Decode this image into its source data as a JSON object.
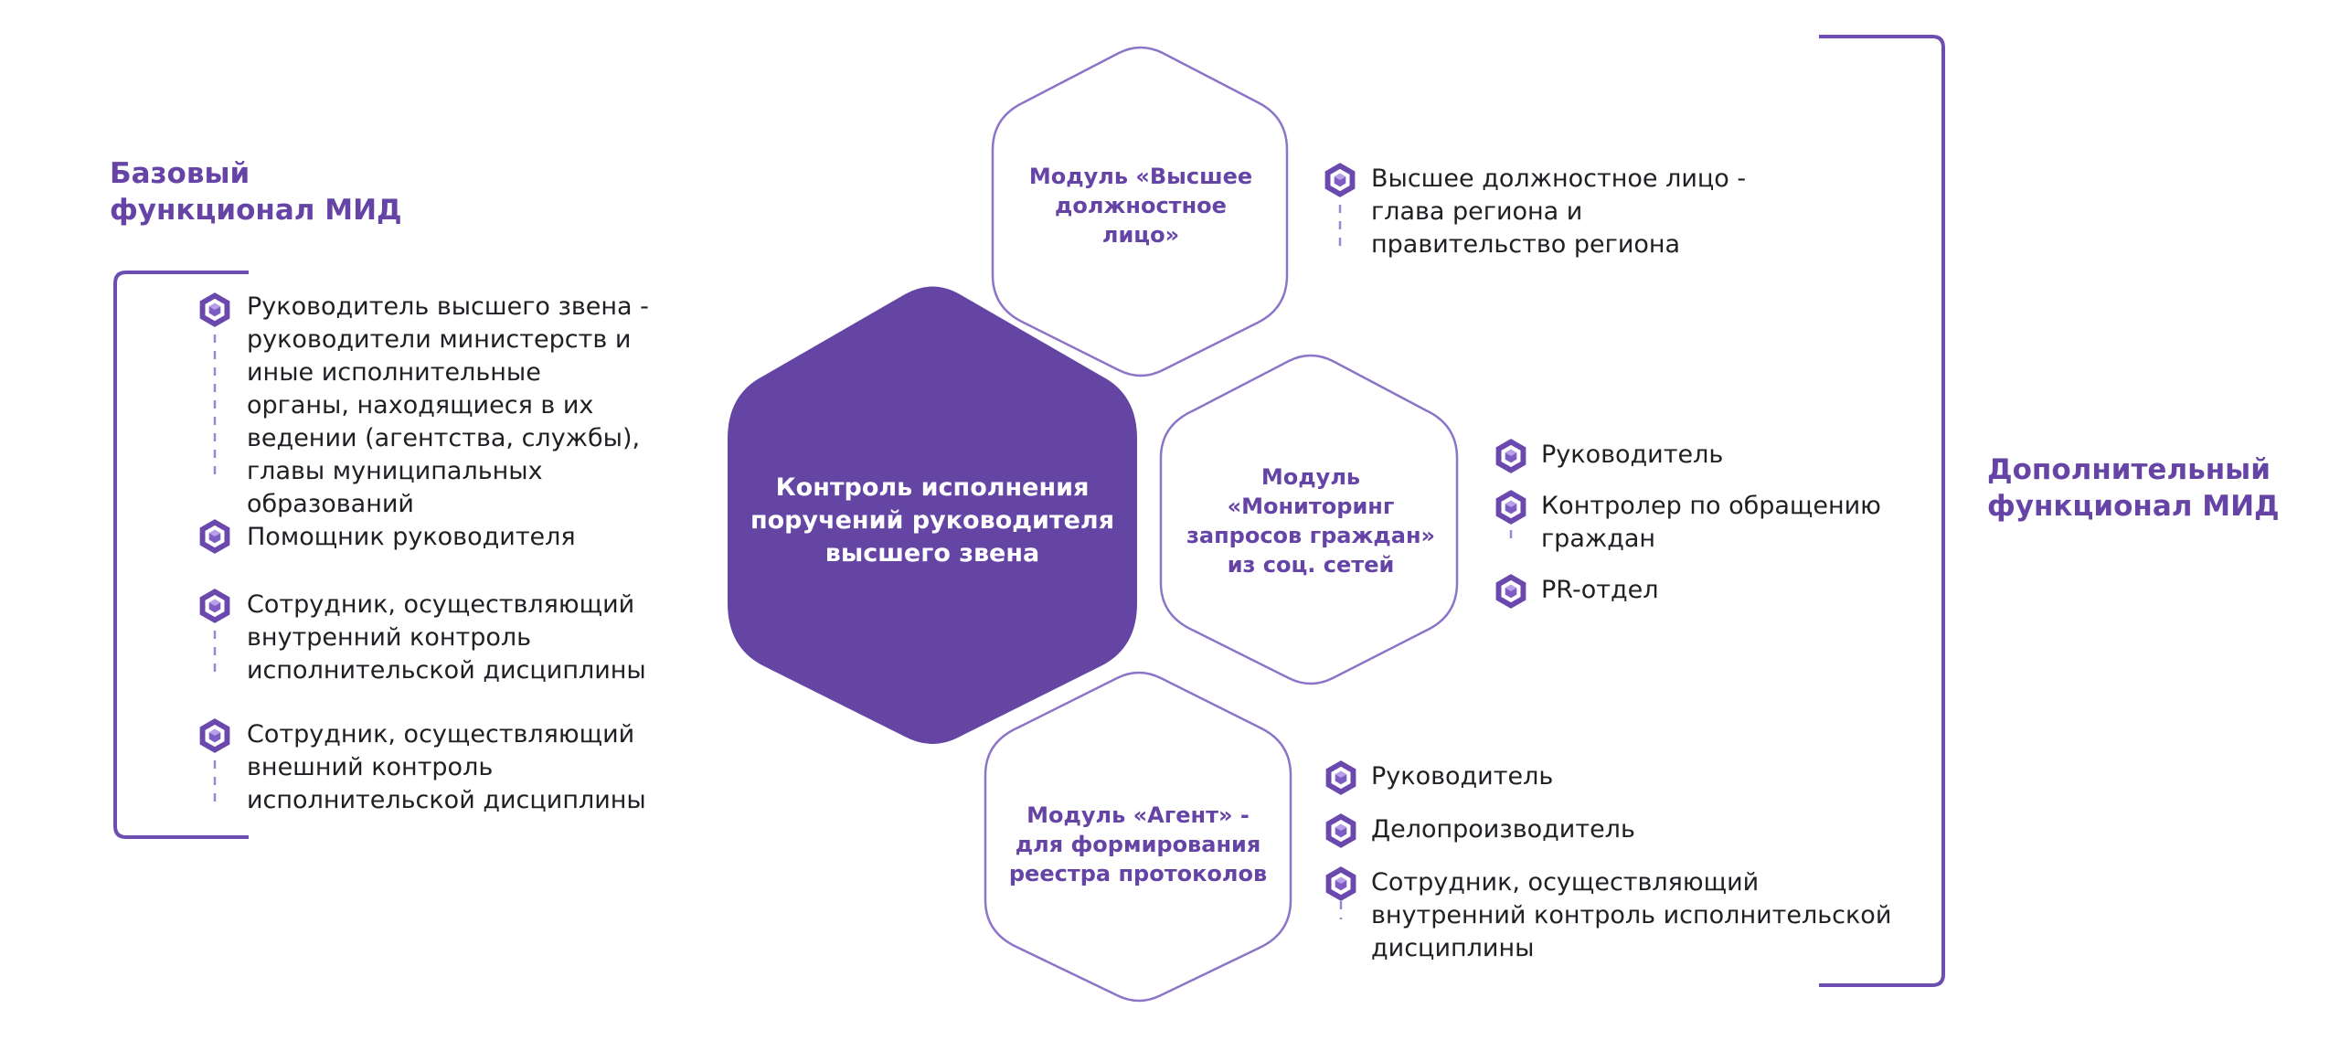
{
  "colors": {
    "accent": "#6644a6",
    "hex_fill": "#6545a4",
    "outline": "#8c74c8",
    "text": "#1f1f24",
    "background": "#ffffff"
  },
  "left": {
    "title_line1": "Базовый",
    "title_line2": "функционал МИД",
    "items": [
      {
        "icon": "hexagon-bullet-icon",
        "text": "Руководитель высшего звена - руководители министерств и иные исполнительные органы, находящиеся в их ведении (агентства, службы), главы муниципальных образований"
      },
      {
        "icon": "hexagon-bullet-icon",
        "text": "Помощник руководителя"
      },
      {
        "icon": "hexagon-bullet-icon",
        "text": "Сотрудник, осуществляющий внутренний контроль исполнительской дисциплины"
      },
      {
        "icon": "hexagon-bullet-icon",
        "text": "Сотрудник, осуществляющий внешний контроль исполнительской дисциплины"
      }
    ]
  },
  "center": {
    "label": "Контроль исполнения поручений руководителя высшего звена"
  },
  "modules": [
    {
      "label": "Модуль «Высшее должностное лицо»",
      "items": [
        {
          "icon": "hexagon-bullet-icon",
          "text": "Высшее должностное лицо - глава региона и правительство региона"
        }
      ]
    },
    {
      "label": "Модуль «Мониторинг запросов граждан» из соц. сетей",
      "items": [
        {
          "icon": "hexagon-bullet-icon",
          "text": "Руководитель"
        },
        {
          "icon": "hexagon-bullet-icon",
          "text": "Контролер по обращению граждан"
        },
        {
          "icon": "hexagon-bullet-icon",
          "text": "PR-отдел"
        }
      ]
    },
    {
      "label": "Модуль «Агент» - для формирования реестра протоколов",
      "items": [
        {
          "icon": "hexagon-bullet-icon",
          "text": "Руководитель"
        },
        {
          "icon": "hexagon-bullet-icon",
          "text": "Делопроизводитель"
        },
        {
          "icon": "hexagon-bullet-icon",
          "text": "Сотрудник, осуществляющий внутренний контроль исполнительской дисциплины"
        }
      ]
    }
  ],
  "right": {
    "title_line1": "Дополнительный",
    "title_line2": "функционал МИД"
  }
}
